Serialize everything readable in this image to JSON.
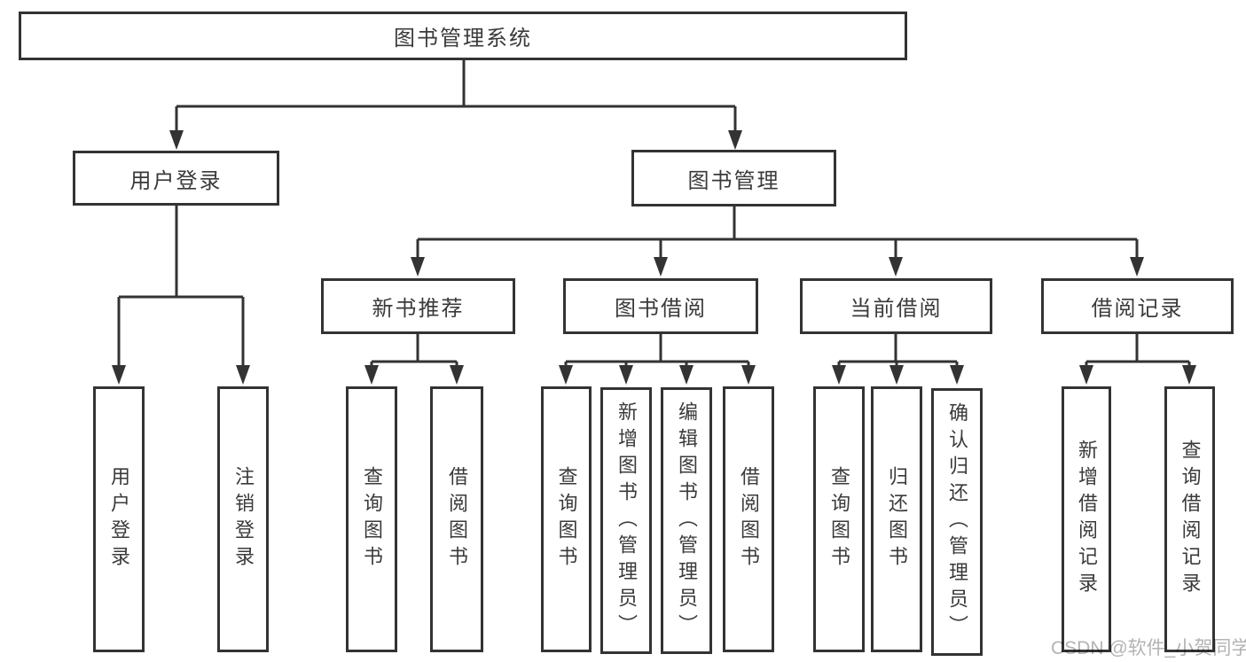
{
  "diagram_title": "图书管理系统",
  "watermark": "CSDN @软件_小贺同学",
  "colors": {
    "line": "#333333",
    "border": "#333333",
    "text": "#3a3a3a",
    "background": "#ffffff",
    "watermark": "#b3b3b3"
  },
  "tree": {
    "label": "图书管理系统",
    "children": [
      {
        "label": "用户登录",
        "children": [
          {
            "label": "用户登录"
          },
          {
            "label": "注销登录"
          }
        ]
      },
      {
        "label": "图书管理",
        "children": [
          {
            "label": "新书推荐",
            "children": [
              {
                "label": "查询图书"
              },
              {
                "label": "借阅图书"
              }
            ]
          },
          {
            "label": "图书借阅",
            "children": [
              {
                "label": "查询图书"
              },
              {
                "label": "新增图书（管理员）"
              },
              {
                "label": "编辑图书（管理员）"
              },
              {
                "label": "借阅图书"
              }
            ]
          },
          {
            "label": "当前借阅",
            "children": [
              {
                "label": "查询图书"
              },
              {
                "label": "归还图书"
              },
              {
                "label": "确认归还（管理员）"
              }
            ]
          },
          {
            "label": "借阅记录",
            "children": [
              {
                "label": "新增借阅记录"
              },
              {
                "label": "查询借阅记录"
              }
            ]
          }
        ]
      }
    ]
  }
}
